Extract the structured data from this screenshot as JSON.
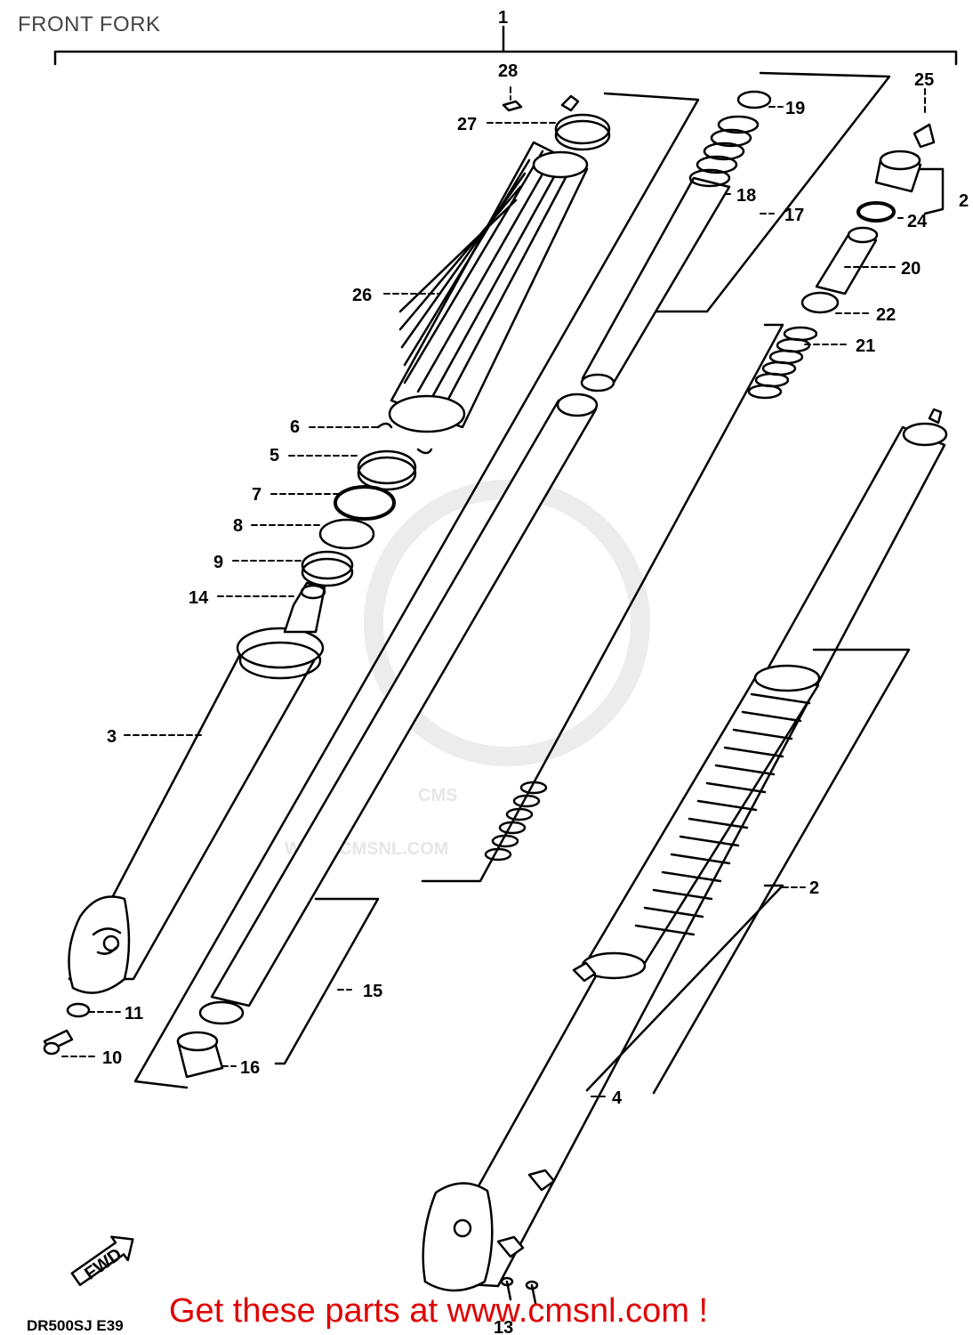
{
  "title": "FRONT FORK",
  "footer": "Get these parts at www.cmsnl.com !",
  "model_code": "DR500SJ  E39",
  "watermark": {
    "logo_text": "CMS",
    "url_text": "WWW.CMSNL.COM"
  },
  "fwd_label": "FWD",
  "colors": {
    "ink": "#000000",
    "title": "#444444",
    "footer": "#e00000",
    "watermark": "#e6e6e6"
  },
  "callouts": [
    {
      "id": "1",
      "label": "1"
    },
    {
      "id": "2",
      "label": "2"
    },
    {
      "id": "2b",
      "label": "2"
    },
    {
      "id": "3",
      "label": "3"
    },
    {
      "id": "4",
      "label": "4"
    },
    {
      "id": "5",
      "label": "5"
    },
    {
      "id": "6",
      "label": "6"
    },
    {
      "id": "7",
      "label": "7"
    },
    {
      "id": "8",
      "label": "8"
    },
    {
      "id": "9",
      "label": "9"
    },
    {
      "id": "10",
      "label": "10"
    },
    {
      "id": "11",
      "label": "11"
    },
    {
      "id": "13",
      "label": "13"
    },
    {
      "id": "14",
      "label": "14"
    },
    {
      "id": "15",
      "label": "15"
    },
    {
      "id": "16",
      "label": "16"
    },
    {
      "id": "17",
      "label": "17"
    },
    {
      "id": "18",
      "label": "18"
    },
    {
      "id": "19",
      "label": "19"
    },
    {
      "id": "20",
      "label": "20"
    },
    {
      "id": "21",
      "label": "21"
    },
    {
      "id": "22",
      "label": "22"
    },
    {
      "id": "24",
      "label": "24"
    },
    {
      "id": "25",
      "label": "25"
    },
    {
      "id": "26",
      "label": "26"
    },
    {
      "id": "27",
      "label": "27"
    },
    {
      "id": "28",
      "label": "28"
    }
  ]
}
